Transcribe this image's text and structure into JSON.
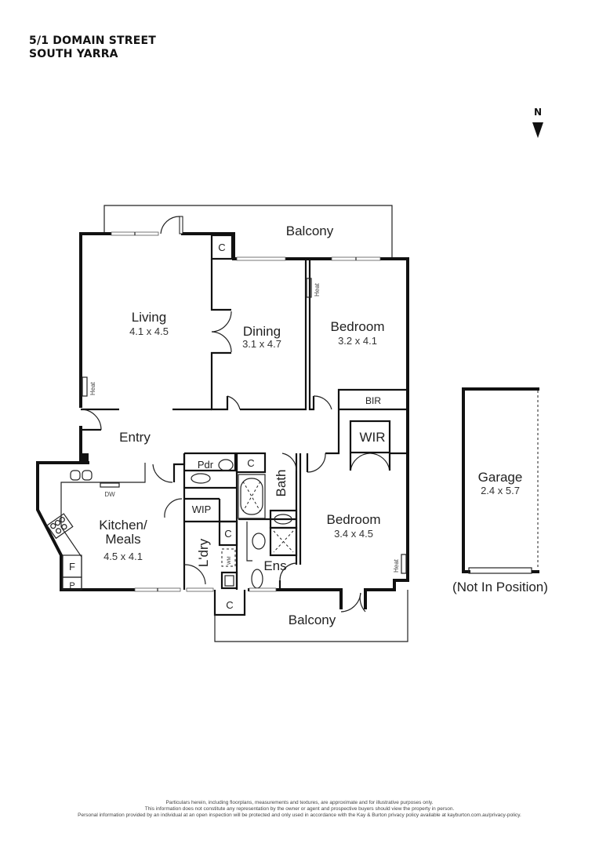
{
  "header": {
    "address_line1": "5/1 DOMAIN STREET",
    "address_line2": "SOUTH YARRA"
  },
  "compass": {
    "label": "N",
    "icon": "north-arrow-icon"
  },
  "rooms": {
    "balcony_top": {
      "name": "Balcony"
    },
    "living": {
      "name": "Living",
      "dims": "4.1 x 4.5"
    },
    "dining": {
      "name": "Dining",
      "dims": "3.1 x 4.7"
    },
    "bedroom1": {
      "name": "Bedroom",
      "dims": "3.2 x 4.1"
    },
    "bir": {
      "name": "BIR"
    },
    "wir": {
      "name": "WIR"
    },
    "entry": {
      "name": "Entry"
    },
    "pdr": {
      "name": "Pdr"
    },
    "bath": {
      "name": "Bath"
    },
    "kitchen": {
      "name_line1": "Kitchen/",
      "name_line2": "Meals",
      "dims": "4.5 x 4.1"
    },
    "wip": {
      "name": "WIP"
    },
    "laundry": {
      "name": "L'dry"
    },
    "ensuite": {
      "name": "Ens"
    },
    "bedroom2": {
      "name": "Bedroom",
      "dims": "3.4 x 4.5"
    },
    "balcony_bottom": {
      "name": "Balcony"
    },
    "garage": {
      "name": "Garage",
      "dims": "2.4 x 5.7",
      "note": "(Not In Position)"
    }
  },
  "fixtures": {
    "cupboard": "C",
    "heat": "Heat",
    "dishwasher": "DW",
    "fridge": "F",
    "pantry": "P",
    "washing_machine": "WM"
  },
  "footer": {
    "line1": "Particulars herein, including floorplans, measurements and textures, are approximate and for illustrative purposes only.",
    "line2": "This information does not constitute any representation by the owner or agent and prospective buyers should view the property in person.",
    "line3": "Personal information provided by an individual at an open inspection will be protected and only used in accordance with the Kay & Burton privacy policy available at kayburton.com.au/privacy-policy."
  }
}
